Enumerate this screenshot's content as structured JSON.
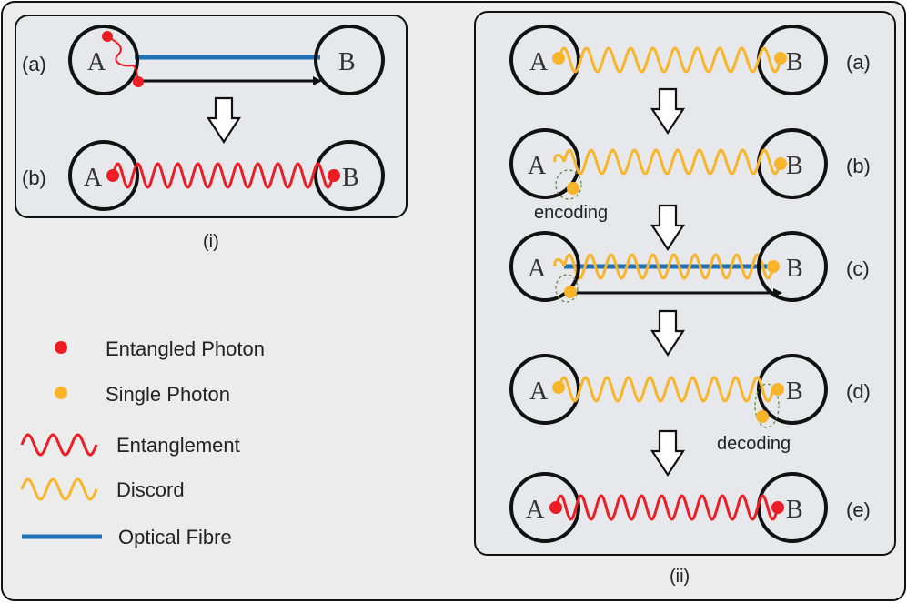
{
  "colors": {
    "outer_bg": "#ececec",
    "panel_bg": "#e6e8ec",
    "entangled": "#ee1d25",
    "single": "#f9b52a",
    "fibre": "#1f72b8",
    "stroke": "#111111"
  },
  "nodes": {
    "a": "A",
    "b": "B"
  },
  "panel_i": {
    "caption": "(i)",
    "rows": [
      {
        "tag": "(a)"
      },
      {
        "tag": "(b)"
      }
    ]
  },
  "panel_ii": {
    "caption": "(ii)",
    "rows": [
      {
        "tag": "(a)"
      },
      {
        "tag": "(b)",
        "note": "encoding"
      },
      {
        "tag": "(c)"
      },
      {
        "tag": "(d)",
        "note": "decoding"
      },
      {
        "tag": "(e)"
      }
    ]
  },
  "legend": [
    {
      "label": "Entangled Photon",
      "icon": "red-dot-icon"
    },
    {
      "label": "Single Photon",
      "icon": "yellow-dot-icon"
    },
    {
      "label": "Entanglement",
      "icon": "red-wave-icon"
    },
    {
      "label": "Discord",
      "icon": "yellow-wave-icon"
    },
    {
      "label": "Optical Fibre",
      "icon": "blue-line-icon"
    }
  ]
}
